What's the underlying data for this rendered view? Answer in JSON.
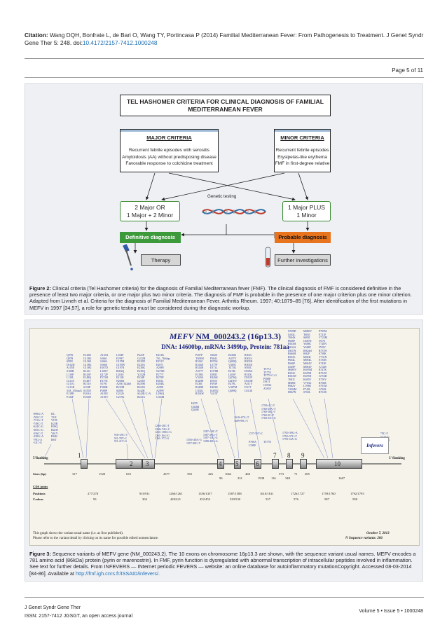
{
  "citation": {
    "label": "Citation:",
    "text": "Wang DQH, Bonfrate L, de Bari O, Wang TY, Portincasa P (2014) Familial Mediterranean Fever: From Pathogenesis to Treatment. J Genet Syndr Gene Ther 5: 248. doi:",
    "doi": "10.4172/2157-7412.1000248"
  },
  "page": "Page 5 of 11",
  "figure2": {
    "title": "TEL HASHOMER CRITERIA FOR CLINICAL DIAGNOSIS OF FAMILIAL MEDITERRANEAN FEVER",
    "major_header": "MAJOR CRITERIA",
    "major_items": [
      "Recurrent febrile episodes with serositis",
      "Amyloidosis (AA) without predisposing disease",
      "Favorable response to colchicine treatment"
    ],
    "minor_header": "MINOR CRITERIA",
    "minor_items": [
      "Recurrent febrile episodes",
      "Erysipelas-like erythema",
      "FMF in first-degree relative"
    ],
    "left_rule_1": "2  Major OR",
    "left_rule_2": "1 Major + 2 Minor",
    "right_rule_1": "1  Major PLUS",
    "right_rule_2": "1 Minor",
    "genetic_testing": "Genetic testing",
    "definitive": "Definitive diagnosis",
    "probable": "Probable diagnosis",
    "therapy": "Therapy",
    "further": "Further investigations",
    "colors": {
      "definitive": "#3c9a3a",
      "probable": "#e8741e",
      "border_green": "#3a8a2f",
      "major_bar": "#9dbad6"
    }
  },
  "figure2_caption": {
    "label": "Figure 2:",
    "text": "Clinical criteria (Tel Hashomer criteria) for the diagnosis of Familial Mediterranean fever (FMF). The clinical diagnosis of FMF is considered definitive in the presence of least two major criteria, or one major plus two minor criteria. The diagnosis of FMF is probable in the presence of one major criterion plus one minor criterion. Adapted from Livneh et al. Criteria for the diagnosis of Familial Mediterranean Fever. Arthritis Rheum. 1997; 40:1879–85 [76]. After identification of the first mutations in MEFV in 1997 [34,57], a role for genetic testing must be considered during the diagnostic workup."
  },
  "figure3": {
    "gene": "MEFV",
    "accession": "NM_000243.2",
    "locus": "(16p13.3)",
    "sub": "DNA: 14600bp, mRNA: 3499bp, Protein: 781aa",
    "five_flanking": "5'flanking",
    "three_flanking": "3' flanking",
    "sizes_label": "Sizes (bp)",
    "cds_label": "CDS joints",
    "positions_label": "Positions",
    "codons_label": "Codons",
    "exons": [
      "1",
      "2",
      "3",
      "4",
      "5",
      "6",
      "7",
      "8",
      "9",
      "10"
    ],
    "sizes": [
      "317",
      "1520",
      "633",
      "4377",
      "350",
      "426",
      "96",
      "1662",
      "231",
      "468",
      "1938",
      "116",
      "573",
      "348",
      "71",
      "285",
      "1667"
    ],
    "positions": [
      "277/278",
      "910/911",
      "1260/1261",
      "1356/1357",
      "1587/1588",
      "1610/1611",
      "1726/1727",
      "1759/1760",
      "1792/1793"
    ],
    "codons": [
      "93",
      "304",
      "420/421",
      "452/453",
      "529/530",
      "537",
      "576",
      "587",
      "598"
    ],
    "note_1": "This graph shows the variant usual name (i.e. as first published).",
    "note_2": "Please refer to the variant detail by clicking on its name for possible edited nomenclature.",
    "date": "October 7, 2013",
    "nseq": "N Sequence variants: 286",
    "brand": "Infevers",
    "variant_cols": [
      "Q97K\nQ97R\nS99N\nD102D\nA105E\nS108R\nL110P\nL110L\nG111E\nG111G\nG113R\n33A_335insG\nE118K\nP124F",
      "E125R\nG138G\nG136E\nG138G\nG138G\nR141I\nR143P\nE148Q\nE148V\nR151S\nS154P\nS155N\nE163A\nE165D",
      "A165A\nS166I\nS166L\nS166S\nE167D\nL169V\nQ172P\nP173H\nE177E\nS179I\nP180R\nP180P\nA181E\nA181V",
      "L184P\nE199T\nG195R\nG195W\nG197R\nR202Q\nL203S\nE211K\nN206K\nA206_622del\nR210H\nS208S\nG212S\nG219G",
      "P221P\nG222R\nE225D\nE225G\nE230K\nE230Q\nY232R\nP234P\nG236Y\nR239R\nR241K\nS242R\nS242R C>A\nR241G",
      "E251K\n761_764dup\nE251V\nE267I\nA268V\nN270D\nP277T\nR278P\nP283L\nE284K\nA289I\nA289V\nL296Q\nG304R",
      "P307P\nT309M\nR314C\nR314R\nR314H\nA317T\nE319K\nV320A\nR329H\nE330I\nR348H\nC352G\nR354W",
      "S362S\nP364L\nR376S\nL377P\nE371L\nK378R\nI385D\nE426K\nI391N\nP393P\nE403K\nK405Q\nV415T",
      "E456D\nA457V\nQ469Q\nV469L\nT471K\nE474L\nL481P\nQ476Q\nI447EV\nE479L\nV487M\nQ489Q",
      "R501C\nR501S\nR501H\nR501R\nS503C\nD505G\nR510L\nD510V\nD510D\nA511V\nI511T\nG514E",
      "T577A\nT577N\nT577S C>G\nP588P\nI591T\nG593G\nA595V",
      "N599D\nL602L\nT604S\nP606P\nR653H\nG632A\nD637N\nR646H\nR653L\nP664L\nP666P\nL649P\nM680V\nR652L\nR653W\nT681I\nM680I\nP682V\nV694M\nD667N",
      "M680V\nT681I\nS683I\nG687D\nY688C\nY688C\nI692del\nI692F\nM694I\nM694L\nM694V\nM694V\nK695M\nK695R\nK695N\nK695V\nV703G\nL709R\nF743L\nS702L",
      "P705M\nE721F\nV722M\nI727S\nT728N\nI729V\nR737H\nS738K\nV731N\nE735R\nE743E\nA744S\nR747K\nR761H\nG753D\nE759V\nR760E\nS701M\nG769L\nR761R"
    ],
    "left_lower": "-898G>A\n-765C>T\n-751A>T\n-749C>T\n-624C>G\n-605C>G\n-356C>T\n-238G>A\n-79G>A\n-12C>G",
    "left_lower2": "I3L\nT12I\nY19C\nK25R\nR39Q\nR42W\nY61Y\nE84K\nI66T",
    "intron_left": "910+29C>T\n911-78T>C\n911-21T>G",
    "intron_mid": "1260+28C>T\n1260+74G>C\n1261+108A>G\n1261-16A>G\n1261-17T>G",
    "intron_mid2": "1356+40A>G\n1357-90C>T",
    "intron_r1": "1587+18C>T\n1587-29G>T\n1587-13C>G\n1588-40G>A",
    "intron_r2": "1610+67A>T\n1609-99C>T",
    "intron_r3": "1727-55T>C",
    "intron_r4": "1758+4C>T\n1760-25A>T\n1760-16C>T\n1760-5C>T\n1760-21C>G",
    "intron_r5": "1792+39G>A\n1792+57C>T\n1793-14A>G",
    "mutations_exon5": "P706A\nL538F",
    "mutations_exon6": "T577N",
    "right_tail": "*9C>T\n*12T>C\n*25C>G",
    "h_variants": "H25V\nQ426R\nQ440E",
    "nearby": "V422L\nF423I"
  },
  "figure3_caption": {
    "label": "Figure 3:",
    "text": "Sequence variants of MEFV gene (NM_000243.2). The 10 exons on chromosome 16p13.3 are shown, with the sequence variant usual names. MEFV encodes a 781 amino acid (86kDa) protein (pyrin or marenostrin). In FMF, pyrin function is dysregulated with abnormal transcription of intracellular peptides involved in inflammation. See text for further details. From INFEVERS — INternet periodic FEVERS — website: an online database for autoinflammatory mutationCopyright. Accessed 08-03-2014 [84-86]. Available at ",
    "link": "http://fmf.igh.cnrs.fr/ISSAID/infevers/."
  },
  "footer": {
    "journal": "J Genet Syndr Gene Ther",
    "issn": "ISSN: 2157-7412 JGSGT, an open access journal",
    "volume": "Volume 5 • Issue 5 • 1000248"
  }
}
